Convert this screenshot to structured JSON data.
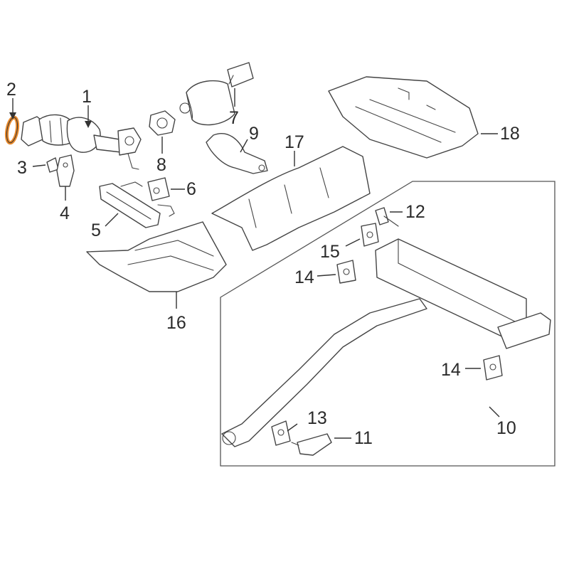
{
  "colors": {
    "line": "#444444",
    "highlight": "#e8892b",
    "background": "#ffffff"
  },
  "highlighted_part": "2",
  "callouts": [
    {
      "id": "c1",
      "label": "1"
    },
    {
      "id": "c2",
      "label": "2"
    },
    {
      "id": "c3",
      "label": "3"
    },
    {
      "id": "c4",
      "label": "4"
    },
    {
      "id": "c5",
      "label": "5"
    },
    {
      "id": "c6",
      "label": "6"
    },
    {
      "id": "c7",
      "label": "7"
    },
    {
      "id": "c8",
      "label": "8"
    },
    {
      "id": "c9",
      "label": "9"
    },
    {
      "id": "c10",
      "label": "10"
    },
    {
      "id": "c11",
      "label": "11"
    },
    {
      "id": "c12",
      "label": "12"
    },
    {
      "id": "c13",
      "label": "13"
    },
    {
      "id": "c14a",
      "label": "14"
    },
    {
      "id": "c14b",
      "label": "14"
    },
    {
      "id": "c15",
      "label": "15"
    },
    {
      "id": "c16",
      "label": "16"
    },
    {
      "id": "c17",
      "label": "17"
    },
    {
      "id": "c18",
      "label": "18"
    }
  ]
}
